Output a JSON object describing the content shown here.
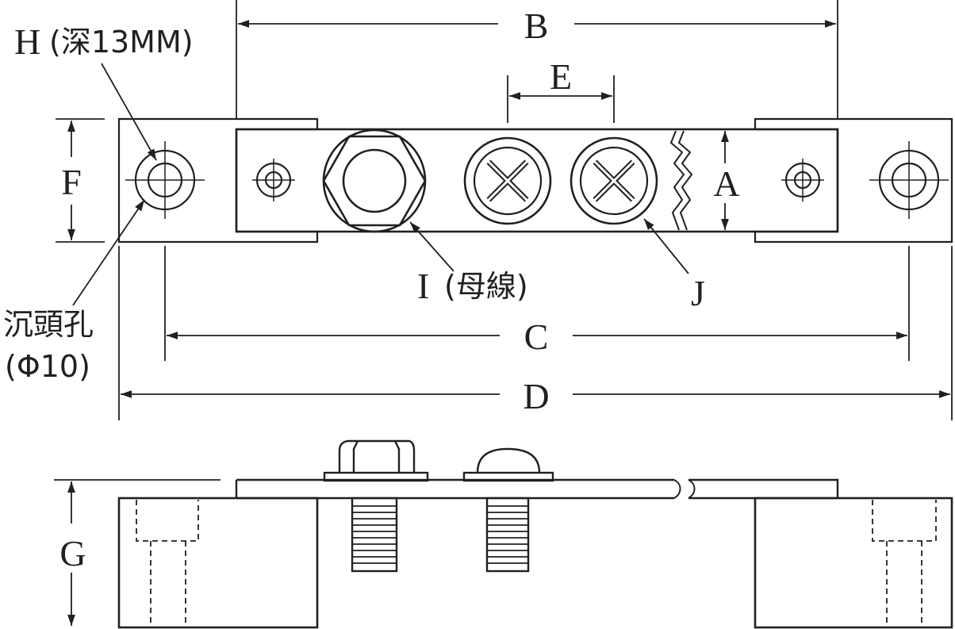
{
  "labels": {
    "a": "A",
    "b": "B",
    "c": "C",
    "d": "D",
    "e": "E",
    "f": "F",
    "g": "G",
    "h_letter": "H",
    "h_note": "(深13MM)",
    "i_letter": "I",
    "i_note": "(母線)",
    "j": "J",
    "countersink_name": "沉頭孔",
    "countersink_dia": "(Φ10)"
  },
  "colors": {
    "ink": "#231f20",
    "background": "#ffffff"
  }
}
